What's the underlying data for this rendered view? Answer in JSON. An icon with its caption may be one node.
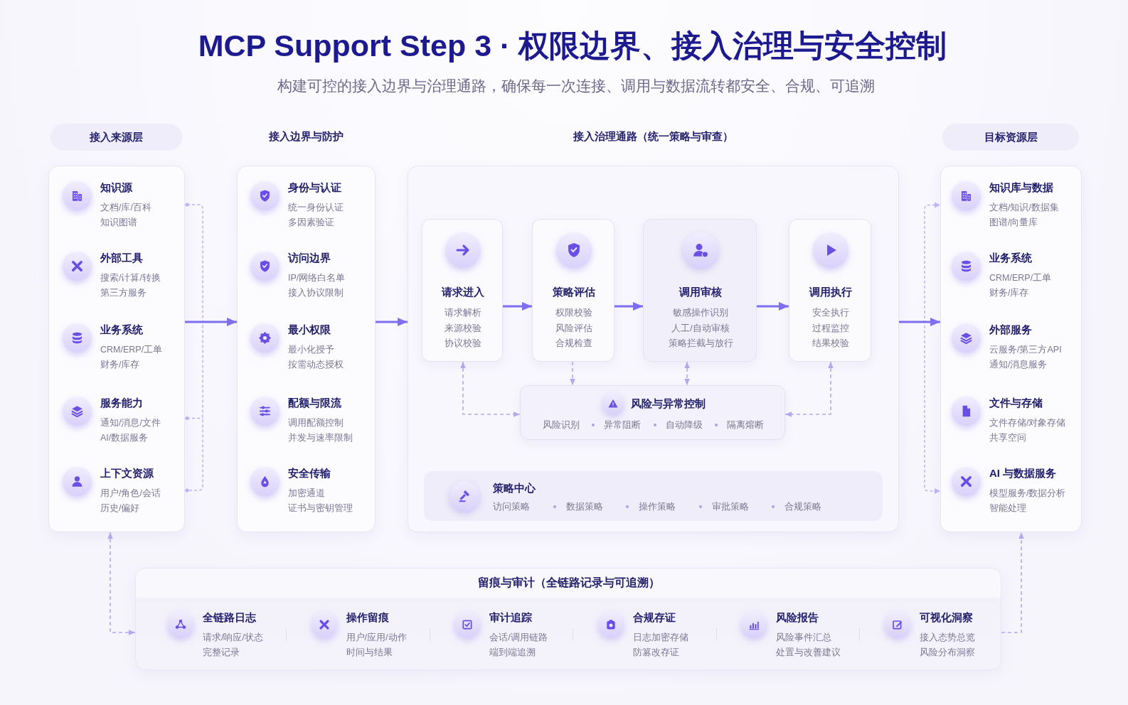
{
  "diagram": {
    "title": "MCP Support Step 3 · 权限边界、接入治理与安全控制",
    "nodes": [
      {
        "text": [
          "接入来源层"
        ]
      },
      {
        "text": [
          "知识源",
          "文档/库/百科",
          "知识图谱"
        ],
        "in": 0
      },
      {
        "text": [
          "外部工具",
          "搜索/计算/转换",
          "第三方服务"
        ],
        "in": 0
      },
      {
        "text": [
          "业务系统",
          "CRM/ERP/工单",
          "财务/库存"
        ],
        "in": 0
      },
      {
        "text": [
          "服务能力",
          "通知/消息/文件",
          "AI/数据服务"
        ],
        "in": 0
      },
      {
        "text": [
          "上下文资源",
          "用户/角色/会话",
          "历史/偏好"
        ],
        "in": 0
      },
      {
        "text": [
          "接入边界与防护"
        ]
      },
      {
        "text": [
          "身份与认证",
          "统一身份认证",
          "多因素验证"
        ],
        "in": 6
      },
      {
        "text": [
          "访问边界",
          "IP/网络白名单",
          "接入协议限制"
        ],
        "in": 6
      },
      {
        "text": [
          "最小权限",
          "最小化授予",
          "按需动态授权"
        ],
        "in": 6
      },
      {
        "text": [
          "配额与限流",
          "调用配额控制",
          "并发与速率限制"
        ],
        "in": 6
      },
      {
        "text": [
          "安全传输",
          "加密通道",
          "证书与密钥管理"
        ],
        "in": 6
      },
      {
        "text": [
          "接入治理通路（统一策略与审查）"
        ]
      },
      {
        "text": [
          "请求进入",
          "请求解析",
          "来源校验",
          "协议校验"
        ],
        "in": 12
      },
      {
        "text": [
          "策略评估",
          "权限校验",
          "风险评估",
          "合规检查"
        ],
        "in": 12
      },
      {
        "text": [
          "调用审核",
          "敏感操作识别",
          "人工/自动审核",
          "策略拦截与放行"
        ],
        "in": 12
      },
      {
        "text": [
          "调用执行",
          "安全执行",
          "过程监控",
          "结果校验"
        ],
        "in": 12
      },
      {
        "text": [
          "风险与异常控制",
          "风险识别",
          "异常阻断",
          "自动降级",
          "隔离熔断"
        ],
        "in": 12
      },
      {
        "text": [
          "策略中心",
          "访问策略",
          "数据策略",
          "操作策略",
          "审批策略",
          "合规策略"
        ],
        "in": 12
      },
      {
        "text": [
          "目标资源层"
        ]
      },
      {
        "text": [
          "知识库与数据",
          "文档/知识/数据集",
          "图谱/向量库"
        ],
        "in": 19
      },
      {
        "text": [
          "业务系统",
          "CRM/ERP/工单",
          "财务/库存"
        ],
        "in": 19
      },
      {
        "text": [
          "外部服务",
          "云服务/第三方API",
          "通知/消息服务"
        ],
        "in": 19
      },
      {
        "text": [
          "文件与存储",
          "文件存储/对象存储",
          "共享空间"
        ],
        "in": 19
      },
      {
        "text": [
          "AI 与数据服务",
          "模型服务/数据分析",
          "智能处理"
        ],
        "in": 19
      },
      {
        "text": [
          "留痕与审计（全链路记录与可追溯）"
        ]
      },
      {
        "text": [
          "全链路日志",
          "请求/响应/状态",
          "完整记录"
        ],
        "in": 25
      },
      {
        "text": [
          "操作留痕",
          "用户/应用/动作",
          "时间与结果"
        ],
        "in": 25
      },
      {
        "text": [
          "审计追踪",
          "会话/调用链路",
          "端到端追溯"
        ],
        "in": 25
      },
      {
        "text": [
          "合规存证",
          "日志加密存储",
          "防篡改存证"
        ],
        "in": 25
      },
      {
        "text": [
          "风险报告",
          "风险事件汇总",
          "处置与改善建议"
        ],
        "in": 25
      },
      {
        "text": [
          "可视化洞察",
          "接入态势总览",
          "风险分布洞察"
        ],
        "in": 25
      }
    ],
    "edges": [
      {
        "from": 0,
        "to": 6,
        "arrow": "to"
      },
      {
        "from": 6,
        "to": 12,
        "arrow": "to"
      },
      {
        "from": 12,
        "to": 19,
        "arrow": "to"
      },
      {
        "from": 13,
        "to": 14,
        "arrow": "to"
      },
      {
        "from": 14,
        "to": 15,
        "arrow": "to"
      },
      {
        "from": 15,
        "to": 16,
        "arrow": "to"
      },
      {
        "from": 13,
        "to": 17,
        "arrow": "both",
        "style": "dashed"
      },
      {
        "from": 14,
        "to": 17,
        "arrow": "to",
        "style": "dashed"
      },
      {
        "from": 15,
        "to": 17,
        "arrow": "both",
        "style": "dashed"
      },
      {
        "from": 16,
        "to": 17,
        "arrow": "both",
        "style": "dashed"
      },
      {
        "from": 0,
        "to": 25,
        "arrow": "both",
        "style": "dashed"
      },
      {
        "from": 25,
        "to": 19,
        "arrow": "to",
        "style": "dashed"
      }
    ],
    "labels": [
      "构建可控的接入边界与治理通路，确保每一次连接、调用与数据流转都安全、合规、可追溯"
    ]
  }
}
